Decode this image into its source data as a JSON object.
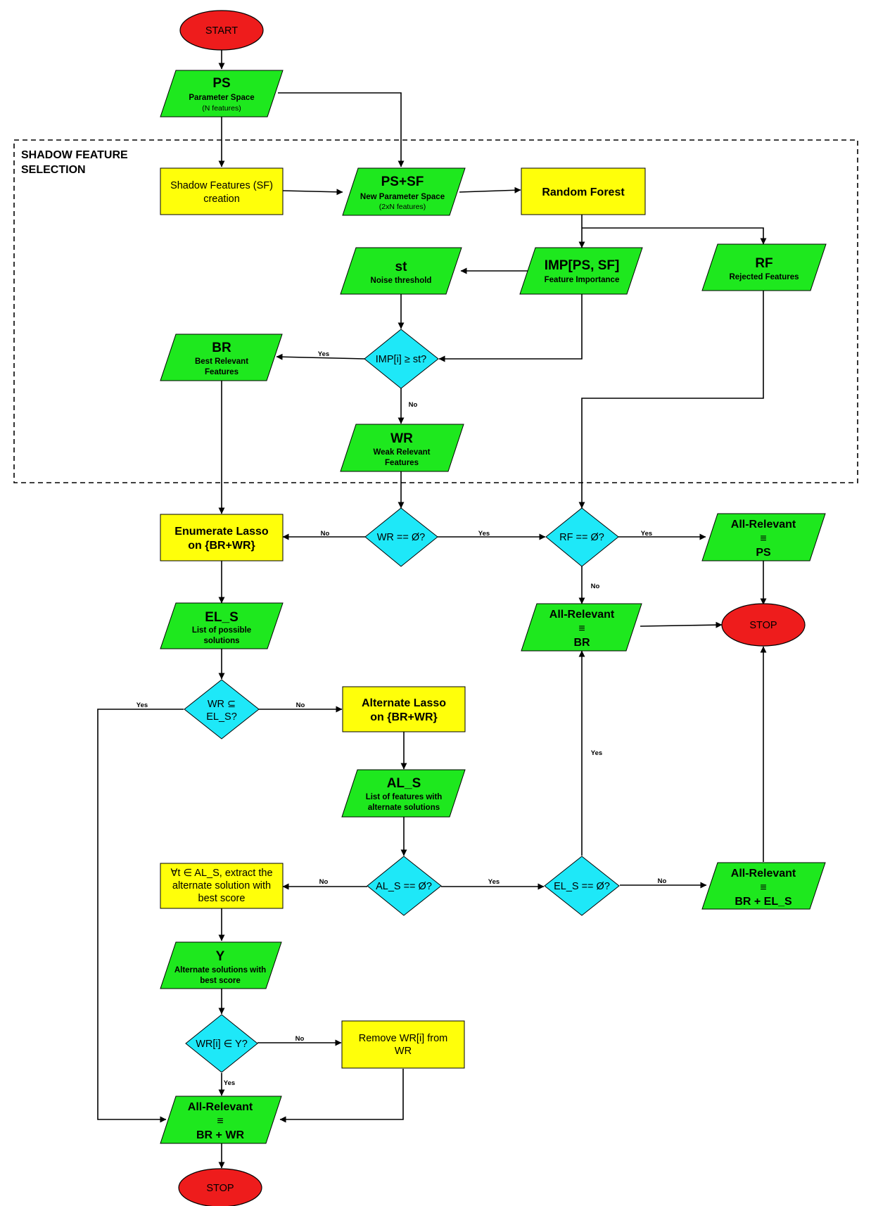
{
  "section": {
    "title_line1": "SHADOW FEATURE",
    "title_line2": "SELECTION"
  },
  "colors": {
    "terminal": "#ee1c1c",
    "data": "#1ee81e",
    "process": "#ffff0a",
    "decision": "#1ee8f8"
  },
  "nodes": {
    "start": {
      "label": "START"
    },
    "ps": {
      "title": "PS",
      "line1": "Parameter Space",
      "line2": "(N features)"
    },
    "sf_creation": {
      "line1": "Shadow Features (SF)",
      "line2": "creation"
    },
    "ps_sf": {
      "title": "PS+SF",
      "line1": "New Parameter Space",
      "line2": "(2xN features)"
    },
    "random_forest": {
      "label": "Random Forest"
    },
    "st": {
      "title": "st",
      "line1": "Noise threshold"
    },
    "imp": {
      "title": "IMP[PS, SF]",
      "line1": "Feature Importance"
    },
    "rf": {
      "title": "RF",
      "line1": "Rejected Features"
    },
    "dec_imp": {
      "label": "IMP[i] ≥ st?"
    },
    "br": {
      "title": "BR",
      "line1": "Best Relevant",
      "line2": "Features"
    },
    "wr": {
      "title": "WR",
      "line1": "Weak Relevant",
      "line2": "Features"
    },
    "enum_lasso": {
      "line1": "Enumerate Lasso",
      "line2": "on {BR+WR}"
    },
    "dec_wr_empty": {
      "label": "WR == Ø?"
    },
    "dec_rf_empty": {
      "label": "RF == Ø?"
    },
    "all_rel_ps": {
      "line1": "All-Relevant",
      "line2": "≡",
      "line3": "PS"
    },
    "el_s": {
      "title": "EL_S",
      "line1": "List of possible",
      "line2": "solutions"
    },
    "all_rel_br": {
      "line1": "All-Relevant",
      "line2": "≡",
      "line3": "BR"
    },
    "stop_right": {
      "label": "STOP"
    },
    "dec_wr_subset": {
      "line1": "WR ⊆",
      "line2": "EL_S?"
    },
    "alt_lasso": {
      "line1": "Alternate Lasso",
      "line2": "on {BR+WR}"
    },
    "al_s": {
      "title": "AL_S",
      "line1": "List of features with",
      "line2": "alternate solutions"
    },
    "extract": {
      "line1": "∀t ∈ AL_S, extract the",
      "line2": "alternate solution with",
      "line3": "best score"
    },
    "dec_al_s": {
      "label": "AL_S == Ø?"
    },
    "dec_el_s": {
      "label": "EL_S == Ø?"
    },
    "all_rel_br_el": {
      "line1": "All-Relevant",
      "line2": "≡",
      "line3": "BR + EL_S"
    },
    "y": {
      "title": "Y",
      "line1": "Alternate solutions with",
      "line2": "best score"
    },
    "dec_wr_in_y": {
      "label": "WR[i] ∈ Y?"
    },
    "remove_wr": {
      "line1": "Remove WR[i] from",
      "line2": "WR"
    },
    "all_rel_br_wr": {
      "line1": "All-Relevant",
      "line2": "≡",
      "line3": "BR + WR"
    },
    "stop_bottom": {
      "label": "STOP"
    }
  },
  "edge_labels": {
    "imp_yes": "Yes",
    "imp_no": "No",
    "wr_empty_no": "No",
    "wr_empty_yes": "Yes",
    "rf_empty_yes": "Yes",
    "rf_empty_no": "No",
    "subset_yes": "Yes",
    "subset_no": "No",
    "al_s_no": "No",
    "al_s_yes": "Yes",
    "el_s_no": "No",
    "el_s_yes": "Yes",
    "in_y_no": "No",
    "in_y_yes": "Yes"
  }
}
